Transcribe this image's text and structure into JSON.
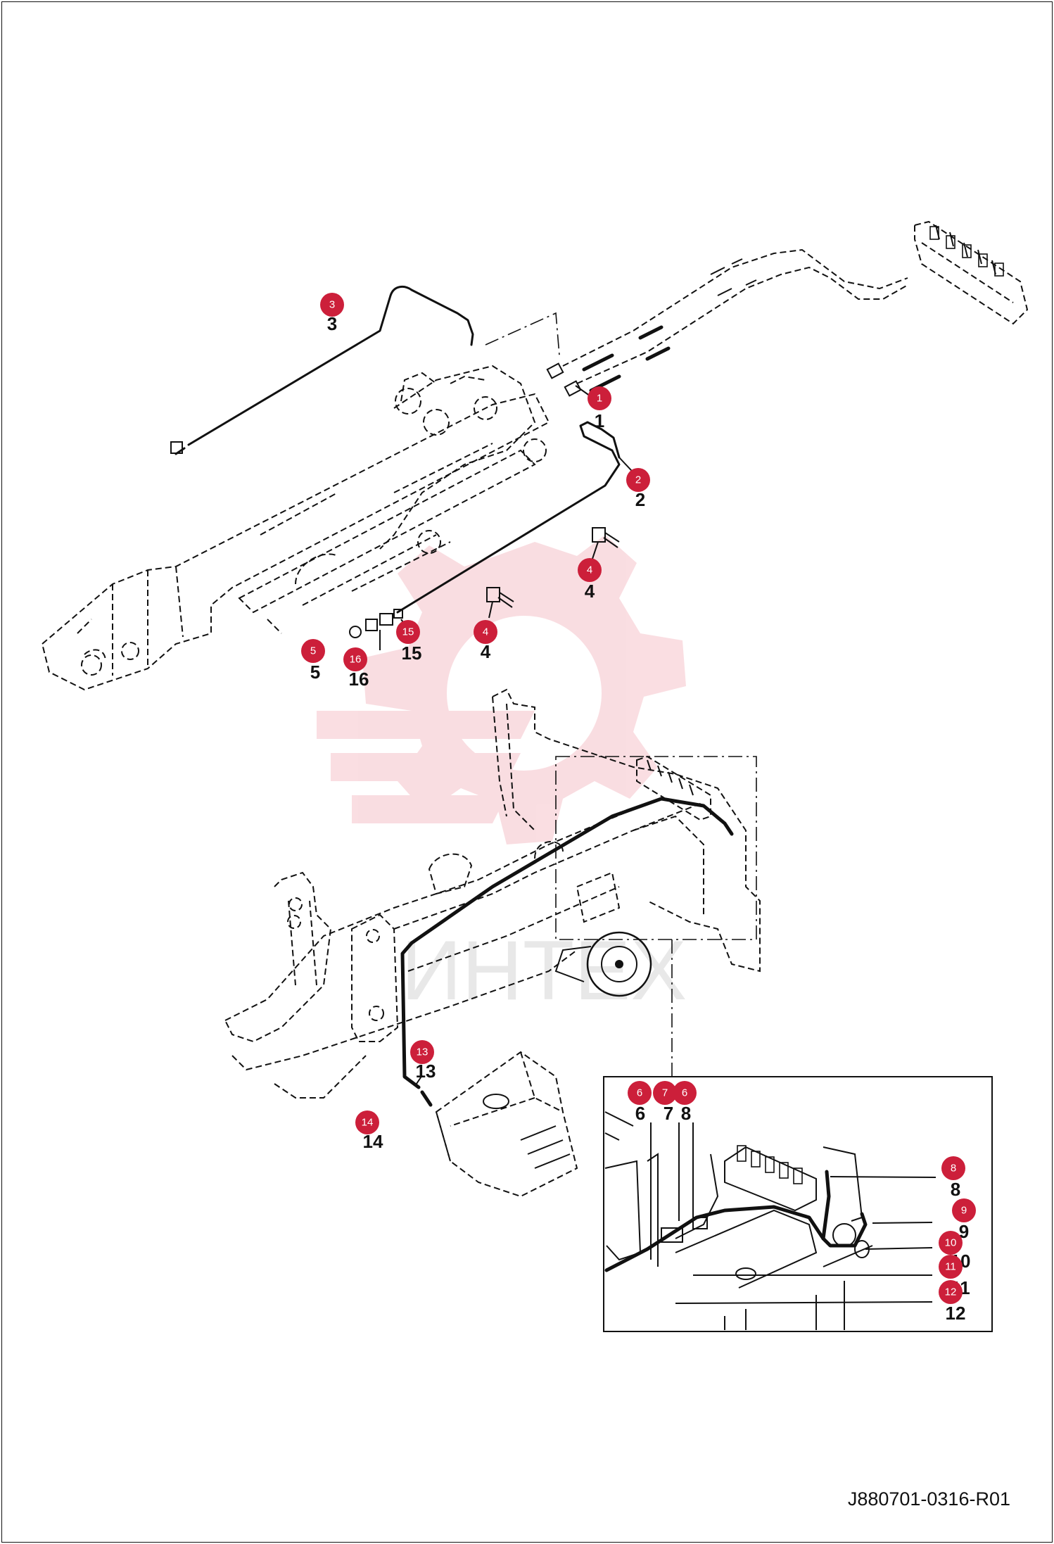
{
  "document_id": "J880701-0316-R01",
  "watermark_text": "ИНТЕХ",
  "accent_color": "#cc1f3a",
  "callouts": [
    {
      "label": "1",
      "badge": "1",
      "ref": "1"
    },
    {
      "label": "2",
      "badge": "2",
      "ref": "2"
    },
    {
      "label": "3",
      "badge": "3",
      "ref": "3"
    },
    {
      "label": "4",
      "badge": "4",
      "ref": "4"
    },
    {
      "label": "4",
      "badge": "4",
      "ref": "4"
    },
    {
      "label": "5",
      "badge": "5",
      "ref": "5"
    },
    {
      "label": "16",
      "badge": "16",
      "ref": "16"
    },
    {
      "label": "15",
      "badge": "15",
      "ref": "15"
    },
    {
      "label": "13",
      "badge": "13",
      "ref": "13"
    },
    {
      "label": "14",
      "badge": "14",
      "ref": "14"
    },
    {
      "label": "6",
      "badge": "6",
      "ref": "6"
    },
    {
      "label": "7",
      "badge": "7",
      "ref": "7"
    },
    {
      "label": "8",
      "badge": "6",
      "ref": "8"
    },
    {
      "label": "8",
      "badge": "8",
      "ref": "8"
    },
    {
      "label": "9",
      "badge": "9",
      "ref": "9"
    },
    {
      "label": "10",
      "badge": "10",
      "ref": "10"
    },
    {
      "label": "11",
      "badge": "11",
      "ref": "11"
    },
    {
      "label": "12",
      "badge": "12",
      "ref": "12"
    }
  ]
}
